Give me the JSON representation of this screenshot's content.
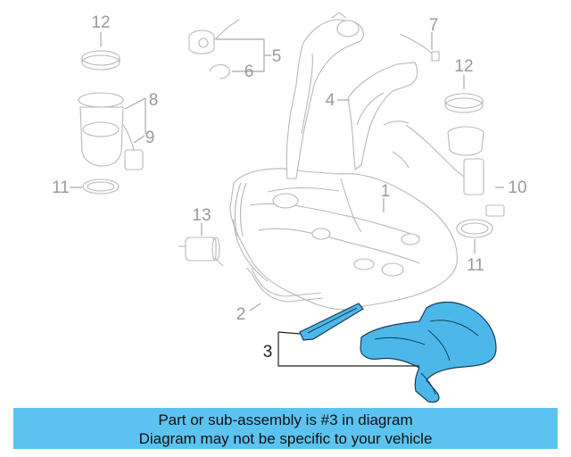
{
  "callouts": {
    "c1": "1",
    "c2": "2",
    "c3": "3",
    "c4": "4",
    "c5": "5",
    "c6": "6",
    "c7": "7",
    "c8": "8",
    "c9": "9",
    "c10": "10",
    "c11a": "11",
    "c11b": "11",
    "c12a": "12",
    "c12b": "12",
    "c13": "13"
  },
  "highlight_color": "#4cb8ea",
  "banner": {
    "background": "#5cc3f0",
    "line1": "Part or sub-assembly is #3 in diagram",
    "line2": "Diagram may not be specific to your vehicle"
  }
}
